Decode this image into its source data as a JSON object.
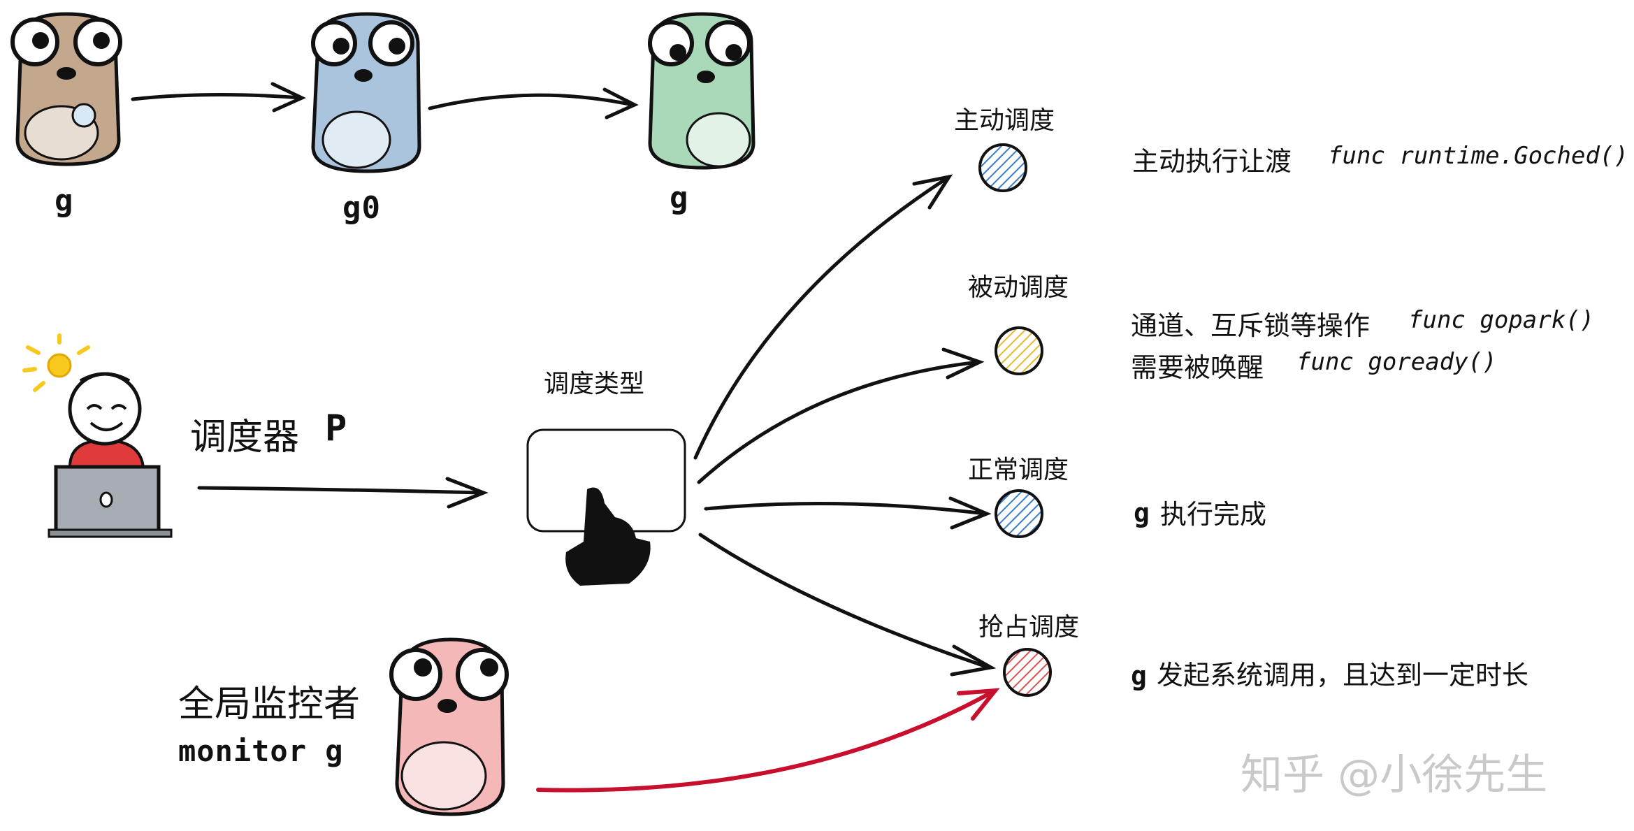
{
  "gophers": {
    "g_left_label": "g",
    "g0_label": "g0",
    "g_right_label": "g",
    "colors": {
      "brown": "#c4a88e",
      "blue": "#a9c4dc",
      "green": "#a9d9b8",
      "pink": "#f4b8b8"
    }
  },
  "scheduler": {
    "label": "调度器",
    "label_p": "P"
  },
  "monitor": {
    "label_cn": "全局监控者",
    "label_en": "monitor g"
  },
  "center": {
    "label": "调度类型"
  },
  "types": [
    {
      "name": "主动调度",
      "desc": "主动执行让渡",
      "code": "func runtime.Goched()",
      "color": "#3a7dc9"
    },
    {
      "name": "被动调度",
      "desc": "通道、互斥锁等操作",
      "code": "func gopark()",
      "desc2": "需要被唤醒",
      "code2": "func goready()",
      "color": "#e8b92e"
    },
    {
      "name": "正常调度",
      "prefix": "g",
      "desc": "执行完成",
      "color": "#3a7dc9"
    },
    {
      "name": "抢占调度",
      "prefix": "g",
      "desc": "发起系统调用，且达到一定时长",
      "color": "#d9534f"
    }
  ],
  "watermark": "知乎 @小徐先生",
  "arrow_red": "#c8102e"
}
